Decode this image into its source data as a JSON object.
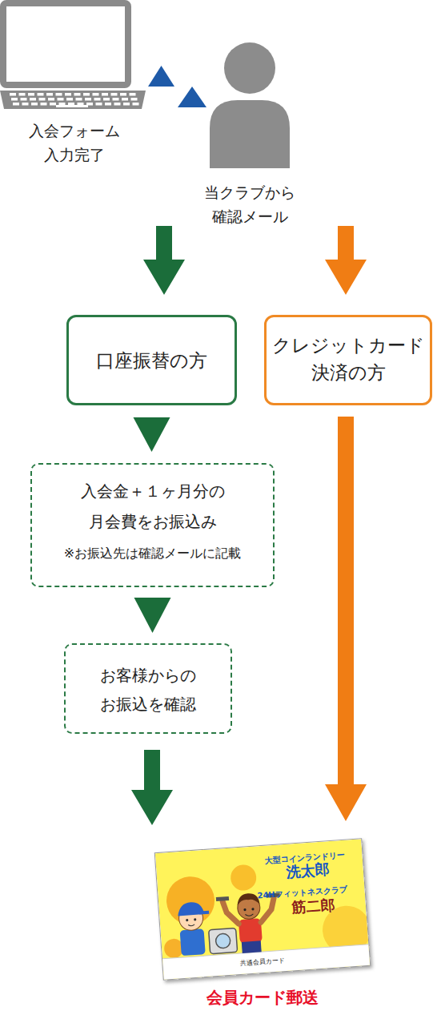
{
  "diagram": {
    "nodes": [
      {
        "text": [
          "入会フォーム 入力完了"
        ]
      },
      {
        "text": [
          "当クラブから 確認メール"
        ]
      },
      {
        "text": [
          "口座振替の方"
        ]
      },
      {
        "text": [
          "クレジットカード 決済の方"
        ]
      },
      {
        "text": [
          "入会金＋１ヶ月分の 月会費をお振込み",
          "※お振込先は確認メールに記載"
        ]
      },
      {
        "text": [
          "お客様からの お振込を確認"
        ]
      },
      {
        "text": [
          "大型コインランドリー",
          "洗太郎",
          "24Hフィットネスクラブ",
          "筋二郎",
          "共通会員カード",
          "会員カード郵送"
        ]
      }
    ],
    "edges": [
      {
        "from": 0,
        "to": 1,
        "arrow": "to"
      },
      {
        "from": 1,
        "to": 2,
        "arrow": "to"
      },
      {
        "from": 1,
        "to": 3,
        "arrow": "to"
      },
      {
        "from": 2,
        "to": 4,
        "arrow": "to"
      },
      {
        "from": 4,
        "to": 5,
        "arrow": "to"
      },
      {
        "from": 5,
        "to": 6,
        "arrow": "to"
      },
      {
        "from": 3,
        "to": 6,
        "arrow": "to"
      }
    ]
  }
}
